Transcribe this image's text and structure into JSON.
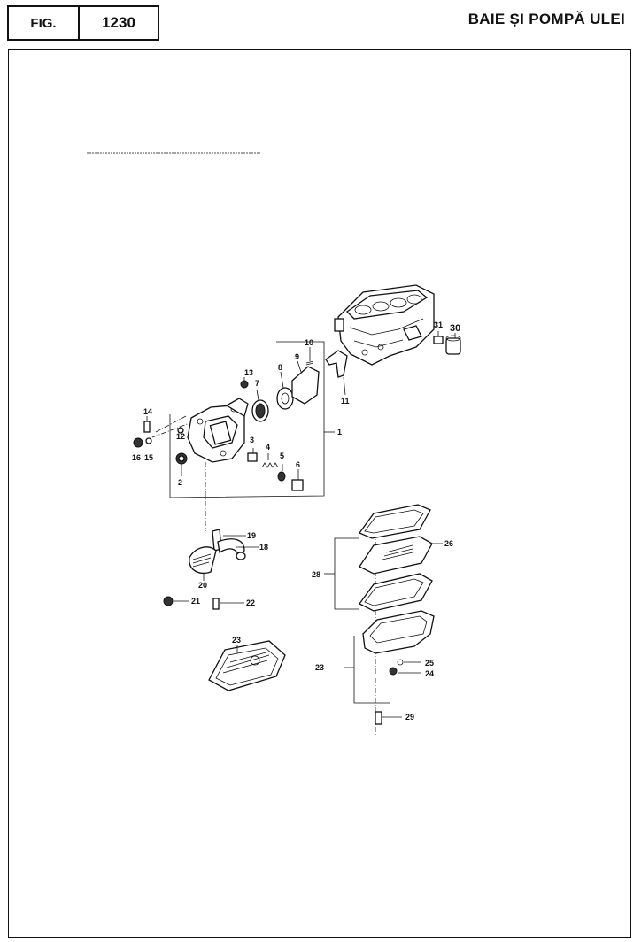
{
  "header": {
    "fig_label": "FIG.",
    "fig_number": "1230",
    "title": "BAIE ȘI POMPĂ ULEI"
  },
  "callouts": [
    "1",
    "2",
    "3",
    "4",
    "5",
    "6",
    "7",
    "8",
    "9",
    "10",
    "11",
    "12",
    "13",
    "14",
    "15",
    "16",
    "18",
    "19",
    "20",
    "21",
    "22",
    "23",
    "23",
    "24",
    "25",
    "26",
    "28",
    "29",
    "30",
    "31"
  ]
}
